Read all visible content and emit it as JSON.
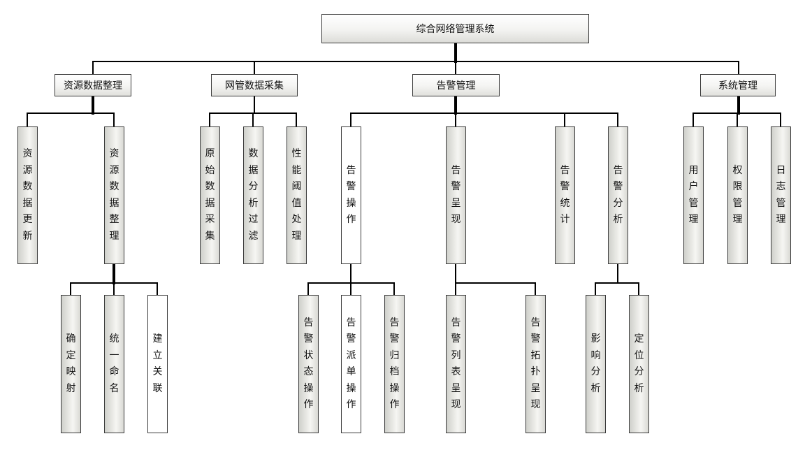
{
  "root": "综合网络管理系统",
  "level1": [
    "资源数据整理",
    "网管数据采集",
    "告警管理",
    "系统管理"
  ],
  "level2": {
    "resource": [
      "资源数据更新",
      "资源数据整理"
    ],
    "collection": [
      "原始数据采集",
      "数据分析过滤",
      "性能阈值处理"
    ],
    "alarm": [
      "告警操作",
      "告警呈现",
      "告警统计",
      "告警分析"
    ],
    "system": [
      "用户管理",
      "权限管理",
      "日志管理"
    ]
  },
  "level3": {
    "resource_sort": [
      "确定映射",
      "统一命名",
      "建立关联"
    ],
    "alarm_ops": [
      "告警状态操作",
      "告警派单操作",
      "告警归档操作"
    ],
    "alarm_display": [
      "告警列表呈现",
      "告警拓扑呈现"
    ],
    "alarm_analysis": [
      "影响分析",
      "定位分析"
    ]
  }
}
